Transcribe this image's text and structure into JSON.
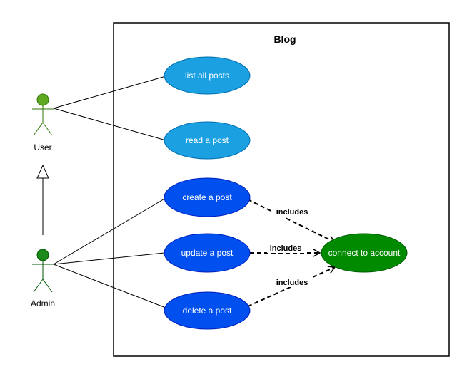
{
  "system": {
    "title": "Blog"
  },
  "actors": {
    "user": {
      "label": "User",
      "color": "#5fa823"
    },
    "admin": {
      "label": "Admin",
      "color": "#1b8a1b"
    }
  },
  "use_cases": {
    "list_all_posts": {
      "label": "list all posts",
      "color": "#1ba1e2"
    },
    "read_a_post": {
      "label": "read a post",
      "color": "#1ba1e2"
    },
    "create_a_post": {
      "label": "create a post",
      "color": "#0050ef"
    },
    "update_a_post": {
      "label": "update a post",
      "color": "#0050ef"
    },
    "delete_a_post": {
      "label": "delete a post",
      "color": "#0050ef"
    },
    "connect_to_account": {
      "label": "connect to account",
      "color": "#008a00"
    }
  },
  "relations": {
    "include_1": "includes",
    "include_2": "includes",
    "include_3": "includes"
  }
}
